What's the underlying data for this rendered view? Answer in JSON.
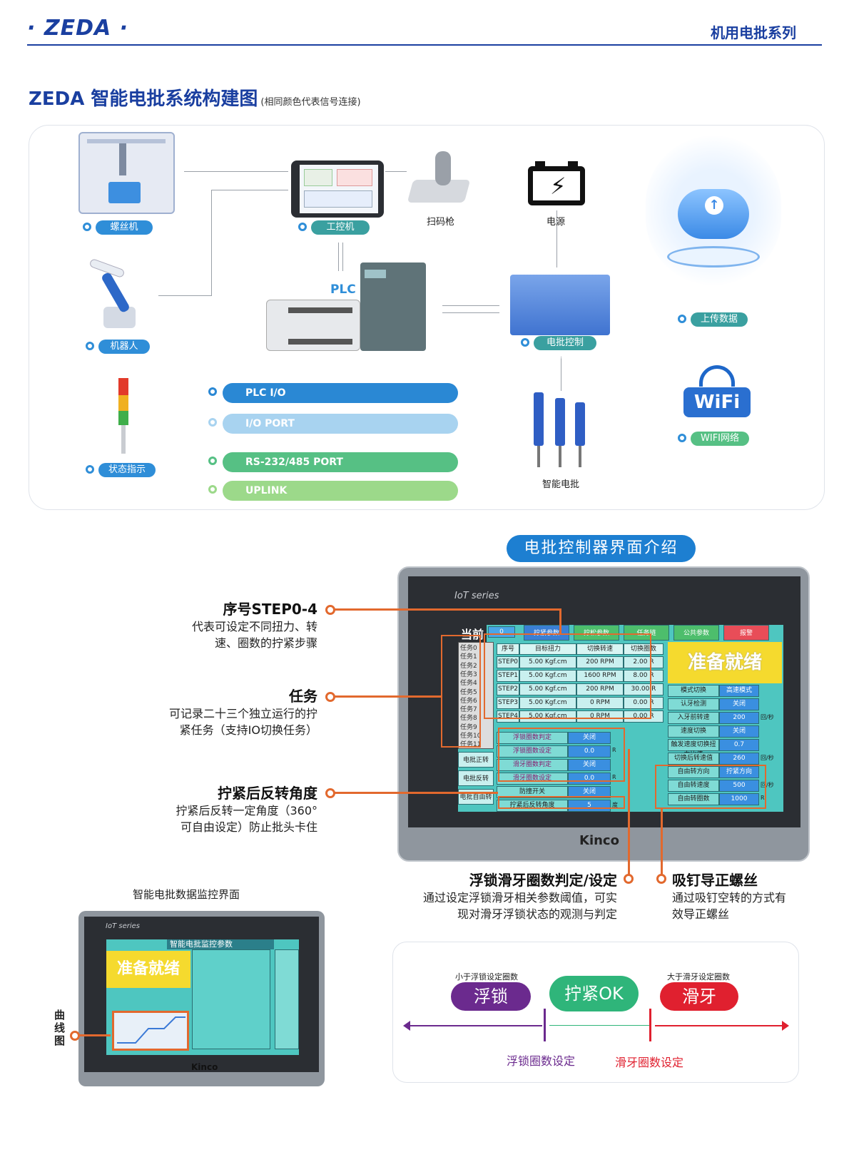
{
  "header": {
    "logo": "· ZEDA ·",
    "series": "机用电批系列"
  },
  "title": {
    "main": "ZEDA 智能电批系统构建图",
    "note": "(相同颜色代表信号连接)"
  },
  "diagram": {
    "screw_machine": "螺丝机",
    "robot": "机器人",
    "status_light": "状态指示灯",
    "ipc": "工控机",
    "scanner": "扫码枪",
    "power": "电源",
    "plc": "PLC",
    "controller": "电批控制器",
    "upload": "上传数据",
    "wifi_logo": "WiFi",
    "wifi": "WIFI网络",
    "screwdriver": "智能电批",
    "bars": [
      {
        "label": "PLC I/O",
        "color": "#2a88d4"
      },
      {
        "label": "I/O PORT",
        "color": "#a8d3f0"
      },
      {
        "label": "RS-232/485 PORT",
        "color": "#56c084"
      },
      {
        "label": "UPLINK",
        "color": "#9cd98a"
      }
    ]
  },
  "section2": {
    "button": "电批控制器界面介绍"
  },
  "hmi": {
    "brand": "IoT series",
    "maker": "Kinco",
    "current_label": "当前",
    "current_value": "0",
    "tabs": [
      "拧紧参数",
      "拧松参数",
      "任务链",
      "公共参数",
      "报警"
    ],
    "tasks": [
      "任务0",
      "任务1",
      "任务2",
      "任务3",
      "任务4",
      "任务5",
      "任务6",
      "任务7",
      "任务8",
      "任务9",
      "任务10",
      "任务11"
    ],
    "cols": [
      "序号",
      "目标扭力",
      "切换转速",
      "切换圈数"
    ],
    "steps": [
      {
        "id": "STEP0",
        "torque": "5.00",
        "speed": "200",
        "turns": "2.00"
      },
      {
        "id": "STEP1",
        "torque": "5.00",
        "speed": "1600",
        "turns": "8.00"
      },
      {
        "id": "STEP2",
        "torque": "5.00",
        "speed": "200",
        "turns": "30.00"
      },
      {
        "id": "STEP3",
        "torque": "5.00",
        "speed": "0",
        "turns": "0.00"
      },
      {
        "id": "STEP4",
        "torque": "5.00",
        "speed": "0",
        "turns": "0.00"
      }
    ],
    "units": {
      "torque": "Kgf.cm",
      "speed": "RPM",
      "turns": "R"
    },
    "ready": "准备就绪",
    "right_rows": [
      {
        "k": "模式切换",
        "v": "高速模式",
        "u": ""
      },
      {
        "k": "认牙检测",
        "v": "关闭",
        "u": ""
      },
      {
        "k": "入牙前转速",
        "v": "200",
        "u": "回/秒"
      },
      {
        "k": "速度切换",
        "v": "关闭",
        "u": ""
      },
      {
        "k": "触发速度切换扭力比值",
        "v": "0.7",
        "u": ""
      },
      {
        "k": "切换后转速值",
        "v": "260",
        "u": "回/秒"
      },
      {
        "k": "自由转方向",
        "v": "拧紧方向",
        "u": ""
      },
      {
        "k": "自由转速度",
        "v": "500",
        "u": "回/秒"
      },
      {
        "k": "自由转圈数",
        "v": "1000",
        "u": "R"
      }
    ],
    "mid_rows": [
      {
        "k": "浮锁圈数判定",
        "v": "关闭",
        "u": ""
      },
      {
        "k": "浮锁圈数设定",
        "v": "0.0",
        "u": "R"
      },
      {
        "k": "滑牙圈数判定",
        "v": "关闭",
        "u": ""
      },
      {
        "k": "滑牙圈数设定",
        "v": "0.0",
        "u": "R"
      },
      {
        "k": "防撞开关",
        "v": "关闭",
        "u": ""
      },
      {
        "k": "拧紧后反转角度",
        "v": "5",
        "u": "度"
      }
    ],
    "left_btns": [
      "电批正转",
      "电批反转",
      "电批自由转"
    ]
  },
  "callouts": {
    "step": {
      "t": "序号STEP0-4",
      "d1": "代表可设定不同扭力、转",
      "d2": "速、圈数的拧紧步骤"
    },
    "task": {
      "t": "任务",
      "d1": "可记录二十三个独立运行的拧",
      "d2": "紧任务（支持IO切换任务）"
    },
    "reverse": {
      "t": "拧紧后反转角度",
      "d1": "拧紧后反转一定角度（360°",
      "d2": "可自由设定）防止批头卡住"
    },
    "float": {
      "t": "浮锁滑牙圈数判定/设定",
      "d1": "通过设定浮锁滑牙相关参数阈值，可实",
      "d2": "现对滑牙浮锁状态的观测与判定"
    },
    "suck": {
      "t": "吸钉导正螺丝",
      "d1": "通过吸钉空转的方式有",
      "d2": "效导正螺丝"
    }
  },
  "monitor": {
    "caption": "智能电批数据监控界面",
    "title": "智能电批监控参数",
    "ready": "准备就绪",
    "curve_label": "曲线图",
    "brand": "IoT series",
    "maker": "Kinco"
  },
  "judge": {
    "left_note": "小于浮锁设定圈数",
    "right_note": "大于滑牙设定圈数",
    "float": "浮锁",
    "ok": "拧紧OK",
    "strip": "滑牙",
    "float_set": "浮锁圈数设定",
    "strip_set": "滑牙圈数设定",
    "colors": {
      "float": "#6b2a8e",
      "ok": "#2fb57a",
      "strip": "#e0202f"
    }
  }
}
